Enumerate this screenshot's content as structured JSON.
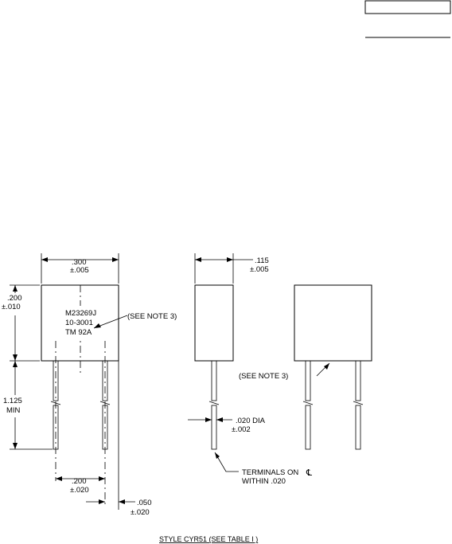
{
  "views": {
    "front": {
      "width_value": ".300",
      "width_tol": "±.005",
      "height_value": ".200",
      "height_tol": "±.010",
      "marking_line1": "M23269J",
      "marking_line2": "10-3001",
      "marking_line3": "TM 92A",
      "marking_note": "(SEE NOTE 3)",
      "lead_length_value": "1.125",
      "lead_length_tol": "MIN",
      "lead_spacing_value": ".200",
      "lead_spacing_tol": "±.020",
      "lead_offset_value": ".050",
      "lead_offset_tol": "±.020"
    },
    "side": {
      "thickness_value": ".115",
      "thickness_tol": "±.005",
      "lead_dia_value": ".020 DIA",
      "lead_dia_tol": "±.002",
      "terminal_note_line1": "TERMINALS ON",
      "terminal_note_symbol": "℄",
      "terminal_note_line2": "WITHIN .020"
    },
    "rear": {
      "note": "(SEE NOTE 3)"
    }
  },
  "caption": "STYLE CYR51 (SEE TABLE  I )"
}
